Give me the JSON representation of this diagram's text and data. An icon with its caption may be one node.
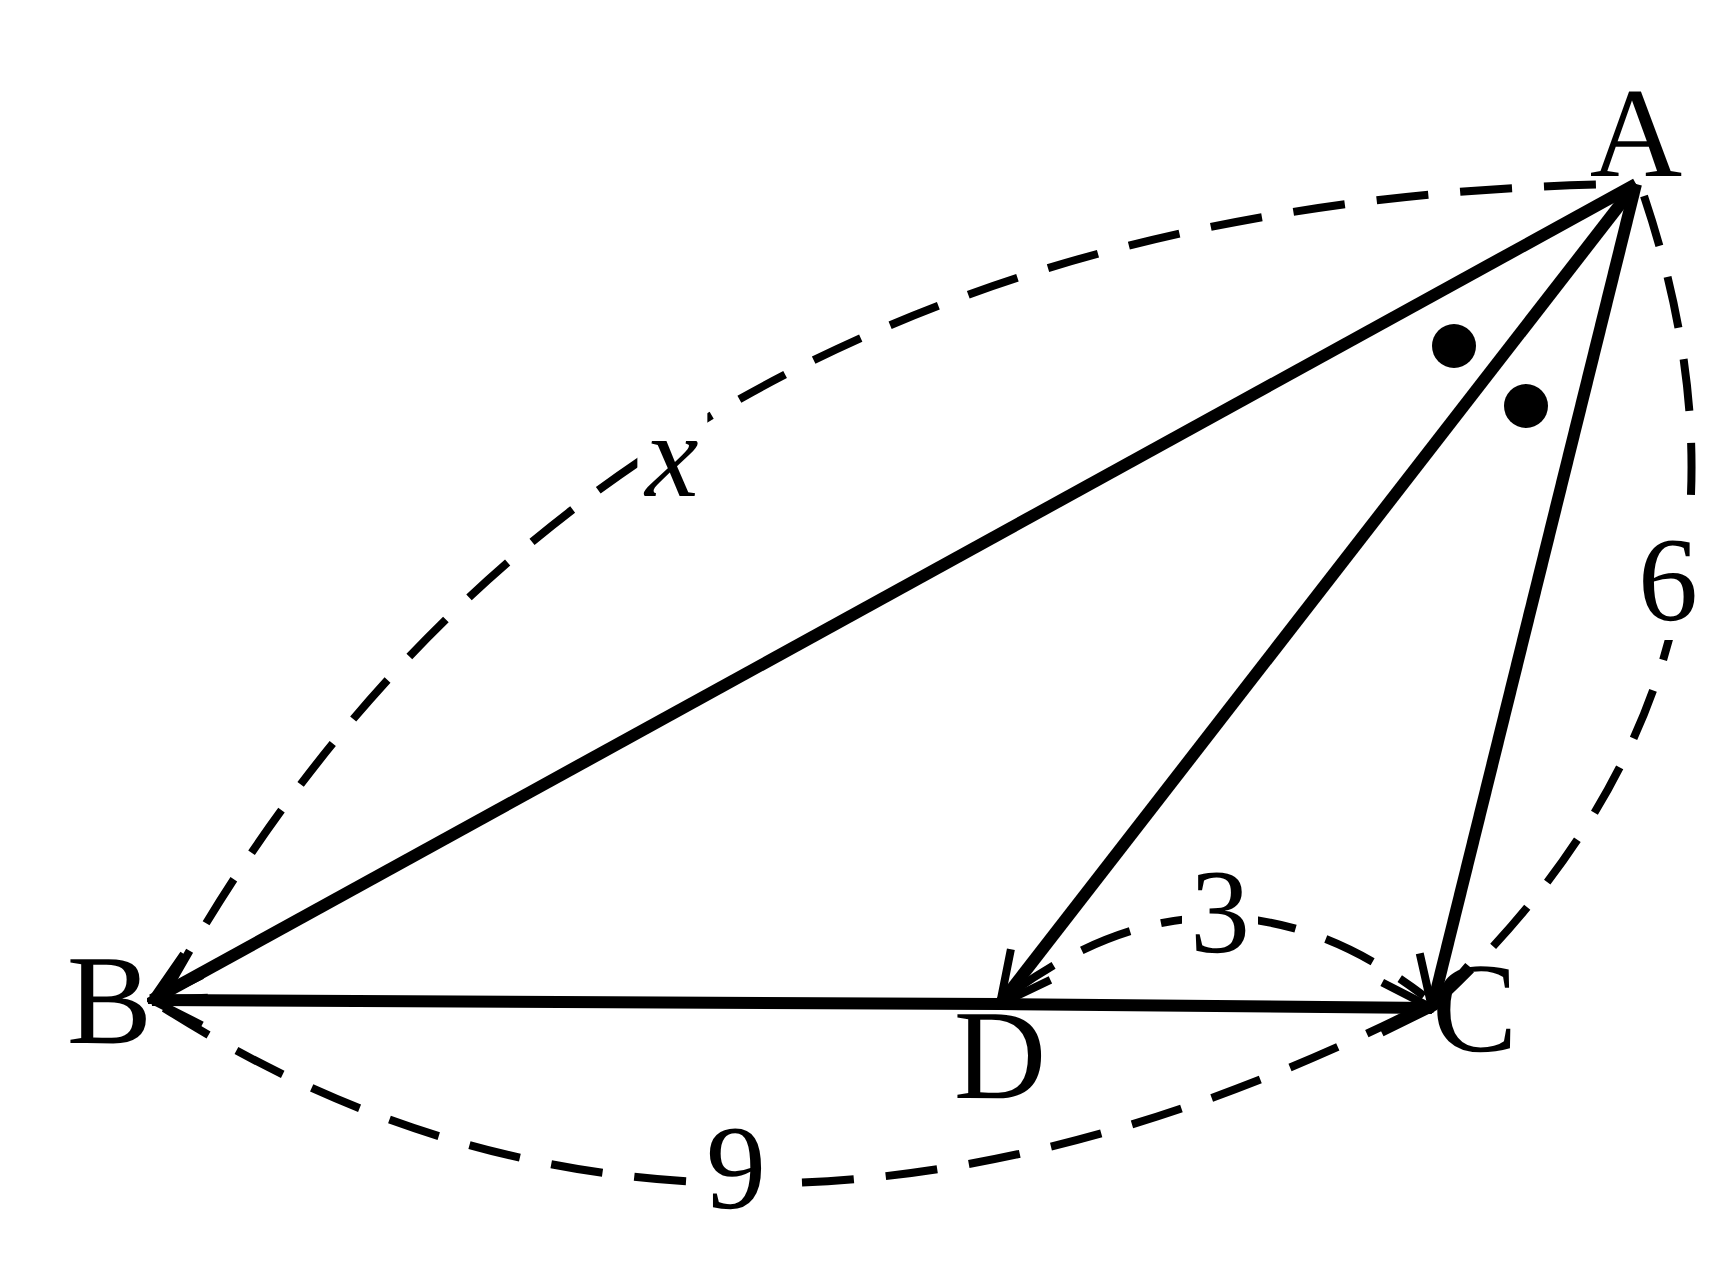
{
  "diagram": {
    "nodes": [
      {
        "text": [
          "A"
        ]
      },
      {
        "text": [
          "B"
        ]
      },
      {
        "text": [
          "C"
        ]
      },
      {
        "text": [
          "D"
        ]
      }
    ],
    "edges": [
      {
        "from": 0,
        "to": 1,
        "arrow": "to"
      },
      {
        "from": 0,
        "to": 3,
        "arrow": "to"
      },
      {
        "from": 0,
        "to": 2,
        "arrow": "to"
      },
      {
        "from": 3,
        "to": 1,
        "arrow": "to"
      },
      {
        "from": 3,
        "to": 2,
        "arrow": "to"
      }
    ],
    "labels": [
      "x",
      "6",
      "3",
      "9"
    ]
  }
}
